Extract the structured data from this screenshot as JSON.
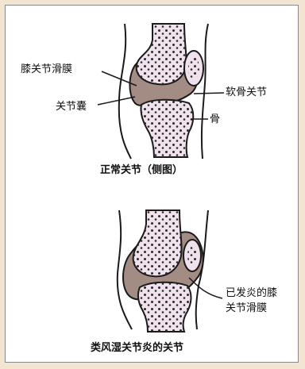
{
  "diagram": {
    "normal": {
      "caption": "正常关节（侧图）",
      "labels": {
        "synovium": "膝关节滑膜",
        "capsule": "关节囊",
        "cartilage": "软骨关节",
        "bone": "骨"
      }
    },
    "arthritis": {
      "caption": "类风湿关节炎的关节",
      "label_line1": "已发炎的膝",
      "label_line2": "关节滑膜"
    }
  },
  "colors": {
    "background": "#f2e6d2",
    "panel": "#ffffff",
    "bone_fill": "#efe2ec",
    "synovium_fill": "#a38c84",
    "bone_dots": "#2a2a2a",
    "outline": "#1a1a1a"
  }
}
